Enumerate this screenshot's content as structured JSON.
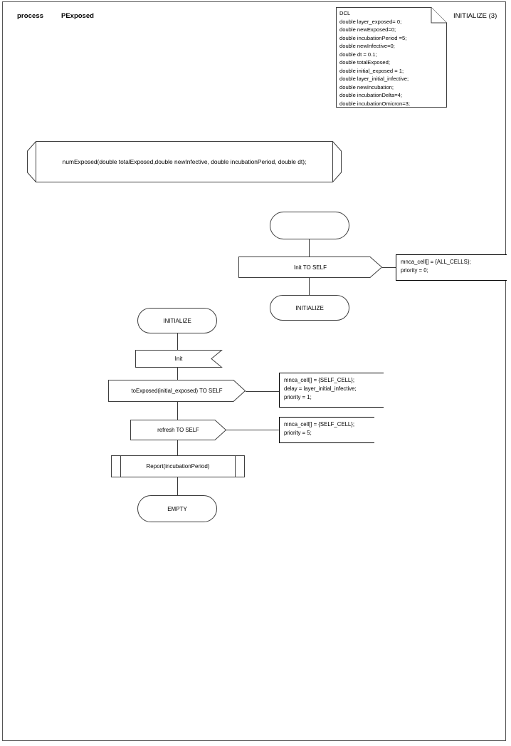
{
  "page": {
    "header": {
      "keyword": "process",
      "name": "PExposed"
    },
    "corner_note": "INITIALIZE (3)"
  },
  "declaration": {
    "title": "DCL",
    "lines": [
      "double layer_exposed= 0;",
      "double newExposed=0;",
      "double incubationPeriod =5;",
      "double newInfective=0;",
      "double dt = 0.1;",
      "double totalExposed;",
      "double initial_exposed = 1;",
      "double layer_initial_infective;",
      "double newIncubation;",
      "double incubationDelta=4;",
      "double incubationOmicron=3;"
    ],
    "text": "DCL\ndouble layer_exposed= 0;\ndouble newExposed=0;\ndouble incubationPeriod =5;\ndouble newInfective=0;\ndouble dt = 0.1;\ndouble totalExposed;\ndouble initial_exposed = 1;\ndouble layer_initial_infective;\ndouble newIncubation;\ndouble incubationDelta=4;\ndouble incubationOmicron=3;"
  },
  "procedure": {
    "signature": "numExposed(double totalExposed,double newInfective, double incubationPeriod, double dt);"
  },
  "flow_a": {
    "start_label": "",
    "output_label": "Init TO SELF",
    "comment": "mnca_cell[] = {ALL_CELLS};\npriority = 0;",
    "state_label": "INITIALIZE"
  },
  "flow_b": {
    "state_label": "INITIALIZE",
    "input_label": "Init",
    "output1_label": "toExposed(initial_exposed) TO SELF",
    "comment1": "mnca_cell[] = {SELF_CELL};\ndelay = layer_initial_infective;\npriority = 1;",
    "output2_label": "refresh TO SELF",
    "comment2": "mnca_cell[] = {SELF_CELL};\npriority = 5;",
    "task_label": "Report(incubationPeriod)",
    "end_label": "EMPTY"
  },
  "colors": {
    "stroke": "#3f3f3f",
    "text": "#000000",
    "frame": "#555555",
    "background": "#ffffff"
  }
}
